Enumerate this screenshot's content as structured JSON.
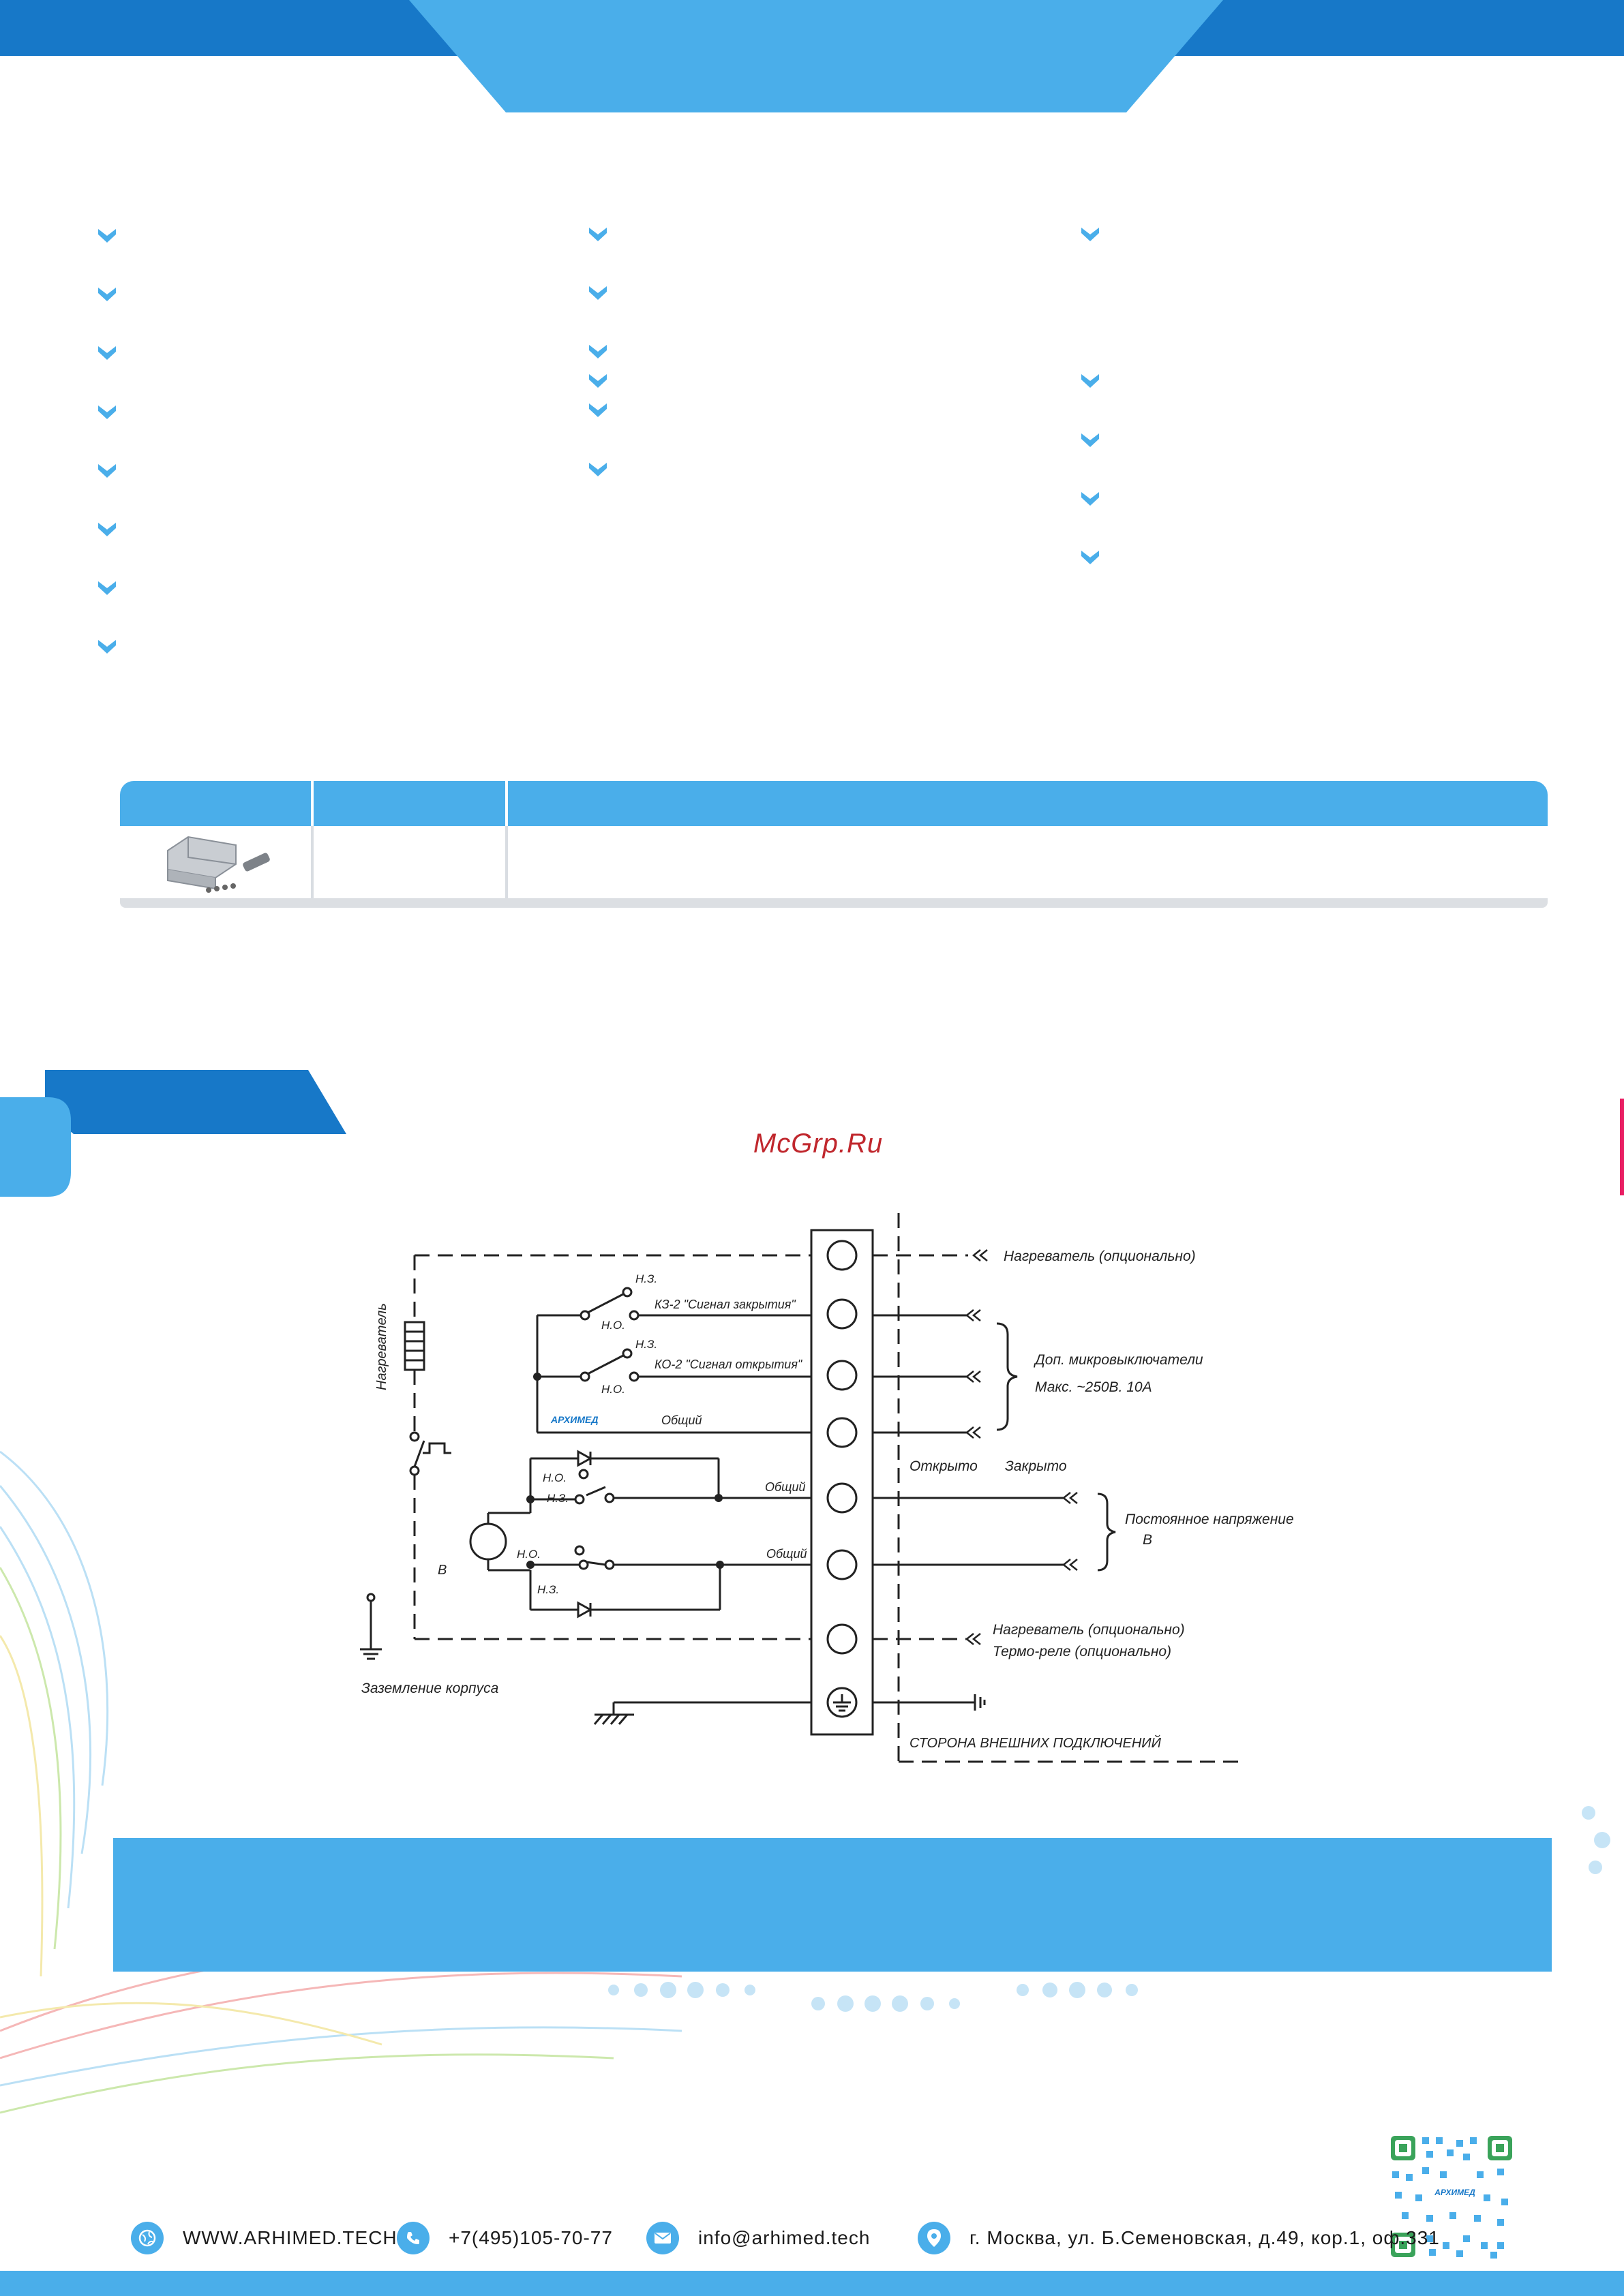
{
  "watermark": "McGrp.Ru",
  "colors": {
    "primary": "#1778c8",
    "accent": "#4aaeea",
    "check": "#4aaeea",
    "wire": "#222222"
  },
  "icons": {
    "check": "chevron-check-icon",
    "web": "globe-icon",
    "phone": "phone-icon",
    "email": "envelope-icon",
    "address": "map-pin-icon"
  },
  "diagram": {
    "heater_vertical": "Нагреватель",
    "nz_label": "Н.З.",
    "no_label": "Н.О.",
    "kz2": "КЗ-2 \"Сигнал закрытия\"",
    "ko2": "КО-2 \"Сигнал открытия\"",
    "brand_mark": "АРХИМЕД",
    "common": "Общий",
    "heater_optional": "Нагреватель (опционально)",
    "aux_switches": "Доп. микровыключатели",
    "max_rating": "Макс. ~250В. 10А",
    "open": "Открыто",
    "closed": "Закрыто",
    "dc": "Постоянное напряжение",
    "dc_unit": "В",
    "motor_unit": "В",
    "heater_optional_2": "Нагреватель (опционально)",
    "thermo_relay": "Термо-реле (опционально)",
    "ground": "Заземление корпуса",
    "external_side": "СТОРОНА ВНЕШНИХ ПОДКЛЮЧЕНИЙ"
  },
  "footer": {
    "web": "WWW.ARHIMED.TECH",
    "phone": "+7(495)105-70-77",
    "email": "info@arhimed.tech",
    "address": "г. Москва, ул. Б.Семеновская, д.49, кор.1, оф.331"
  }
}
